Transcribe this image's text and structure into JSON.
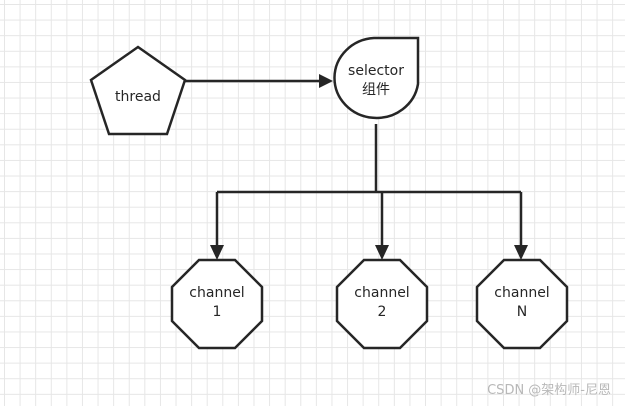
{
  "diagram": {
    "nodes": {
      "thread": {
        "label": "thread",
        "shape": "pentagon"
      },
      "selector": {
        "line1": "selector",
        "line2": "组件",
        "shape": "teardrop"
      },
      "channel_1": {
        "line1": "channel",
        "line2": "1",
        "shape": "octagon"
      },
      "channel_2": {
        "line1": "channel",
        "line2": "2",
        "shape": "octagon"
      },
      "channel_n": {
        "line1": "channel",
        "line2": "N",
        "shape": "octagon"
      }
    },
    "edges": [
      {
        "from": "thread",
        "to": "selector"
      },
      {
        "from": "selector",
        "to": "channel_1"
      },
      {
        "from": "selector",
        "to": "channel_2"
      },
      {
        "from": "selector",
        "to": "channel_n"
      }
    ]
  },
  "colors": {
    "stroke": "#262626",
    "fill": "#ffffff",
    "grid": "#e6e6e6",
    "watermark": "#b8b8b8"
  },
  "watermark": {
    "text": "CSDN @架构师-尼恩"
  }
}
